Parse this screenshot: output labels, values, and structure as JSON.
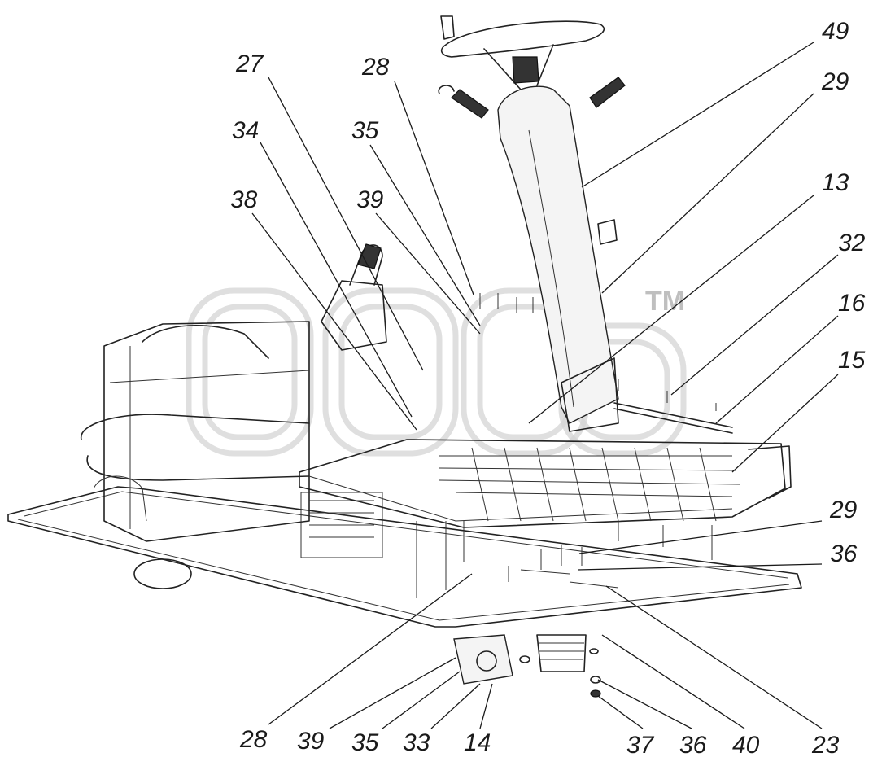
{
  "watermark": {
    "trademark": "TM"
  },
  "callouts": [
    {
      "id": "49",
      "label": "49"
    },
    {
      "id": "29-top",
      "label": "29"
    },
    {
      "id": "27",
      "label": "27"
    },
    {
      "id": "28-top",
      "label": "28"
    },
    {
      "id": "35-top",
      "label": "35"
    },
    {
      "id": "34",
      "label": "34"
    },
    {
      "id": "13",
      "label": "13"
    },
    {
      "id": "39-top",
      "label": "39"
    },
    {
      "id": "38",
      "label": "38"
    },
    {
      "id": "32",
      "label": "32"
    },
    {
      "id": "16",
      "label": "16"
    },
    {
      "id": "15",
      "label": "15"
    },
    {
      "id": "29-mid",
      "label": "29"
    },
    {
      "id": "36-mid",
      "label": "36"
    },
    {
      "id": "28-bottom",
      "label": "28"
    },
    {
      "id": "39-bottom",
      "label": "39"
    },
    {
      "id": "35-bottom",
      "label": "35"
    },
    {
      "id": "33",
      "label": "33"
    },
    {
      "id": "14",
      "label": "14"
    },
    {
      "id": "37",
      "label": "37"
    },
    {
      "id": "36-bottom",
      "label": "36"
    },
    {
      "id": "40",
      "label": "40"
    },
    {
      "id": "23",
      "label": "23"
    }
  ]
}
